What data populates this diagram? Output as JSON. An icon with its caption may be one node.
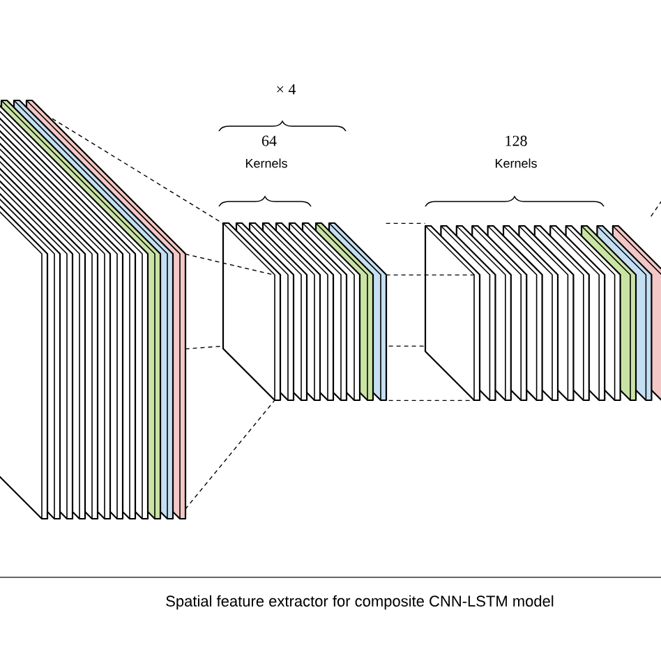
{
  "diagram": {
    "caption": "Spatial feature extractor for composite CNN-LSTM model",
    "nodes": [
      {
        "text": [],
        "shape": "box"
      },
      {
        "text": [],
        "shape": "box"
      },
      {
        "text": [],
        "shape": "box"
      }
    ],
    "edges": [
      {
        "from": 0,
        "to": 1,
        "arrow": "none",
        "style": "dashed"
      },
      {
        "from": 0,
        "to": 1,
        "arrow": "none",
        "style": "dashed"
      },
      {
        "from": 0,
        "to": 1,
        "arrow": "none",
        "style": "dashed"
      },
      {
        "from": 0,
        "to": 1,
        "arrow": "none",
        "style": "dashed"
      },
      {
        "from": 1,
        "to": 2,
        "arrow": "none",
        "style": "dashed"
      },
      {
        "from": 1,
        "to": 2,
        "arrow": "none",
        "style": "dashed"
      },
      {
        "from": 1,
        "to": 2,
        "arrow": "none",
        "style": "dashed"
      },
      {
        "from": 1,
        "to": 2,
        "arrow": "none",
        "style": "dashed"
      },
      {
        "from": 2,
        "to": null,
        "arrow": "none",
        "style": "dashed"
      }
    ],
    "labels": [
      "× 4",
      "64",
      "Kernels",
      "128",
      "Kernels"
    ]
  }
}
